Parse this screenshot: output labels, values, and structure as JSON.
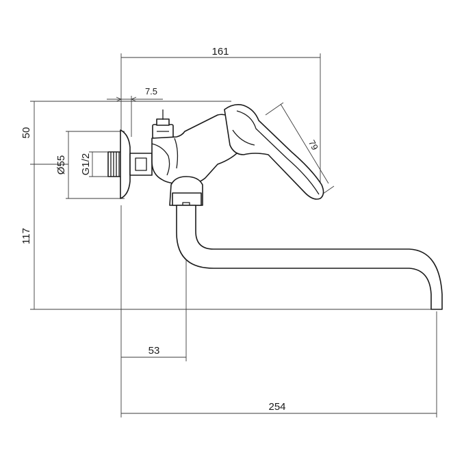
{
  "dimensions": {
    "total_height_top": "161",
    "inlet_offset": "7.5",
    "top_section": "50",
    "lower_section": "117",
    "flange_diameter": "Ø55",
    "thread": "G1/2",
    "handle_length": "79",
    "spout_offset": "53",
    "spout_reach": "254"
  }
}
